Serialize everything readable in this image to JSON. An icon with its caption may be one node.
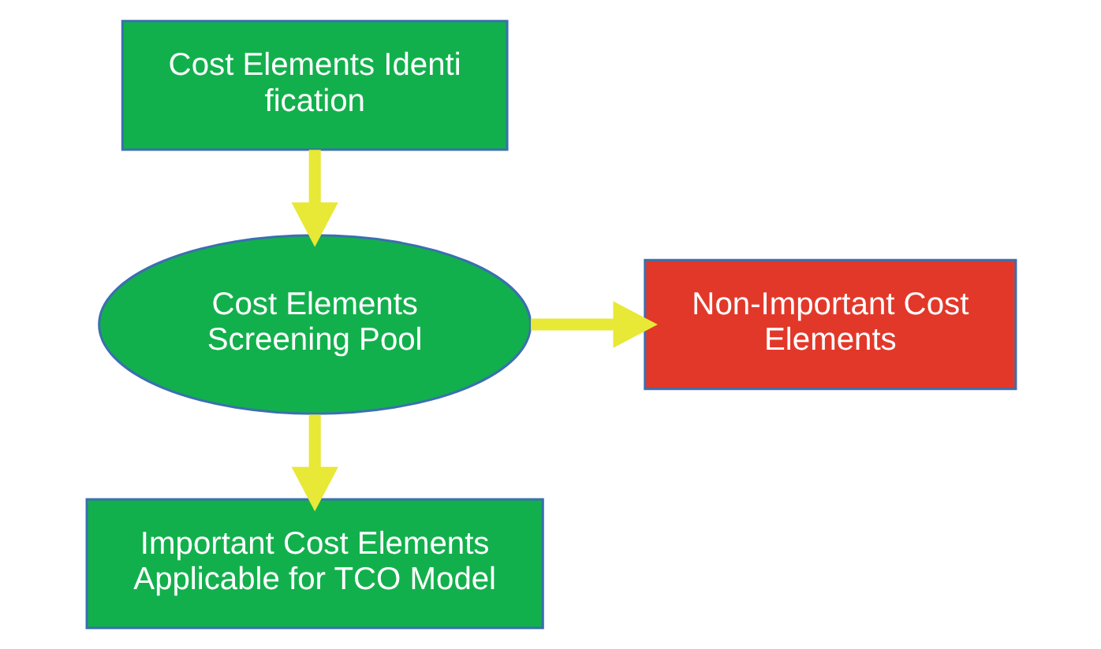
{
  "diagram": {
    "nodes": [
      {
        "text": [
          "Cost Elements Identi fication"
        ]
      },
      {
        "text": [
          "Cost Elements Screening Pool"
        ]
      },
      {
        "text": [
          "Non-Important Cost Elements"
        ]
      },
      {
        "text": [
          "Important Cost Elements Applicable for TCO Model"
        ]
      }
    ],
    "edges": [
      {
        "from": 0,
        "to": 1,
        "arrow": "to"
      },
      {
        "from": 1,
        "to": 2,
        "arrow": "to"
      },
      {
        "from": 1,
        "to": 3,
        "arrow": "to"
      }
    ]
  }
}
